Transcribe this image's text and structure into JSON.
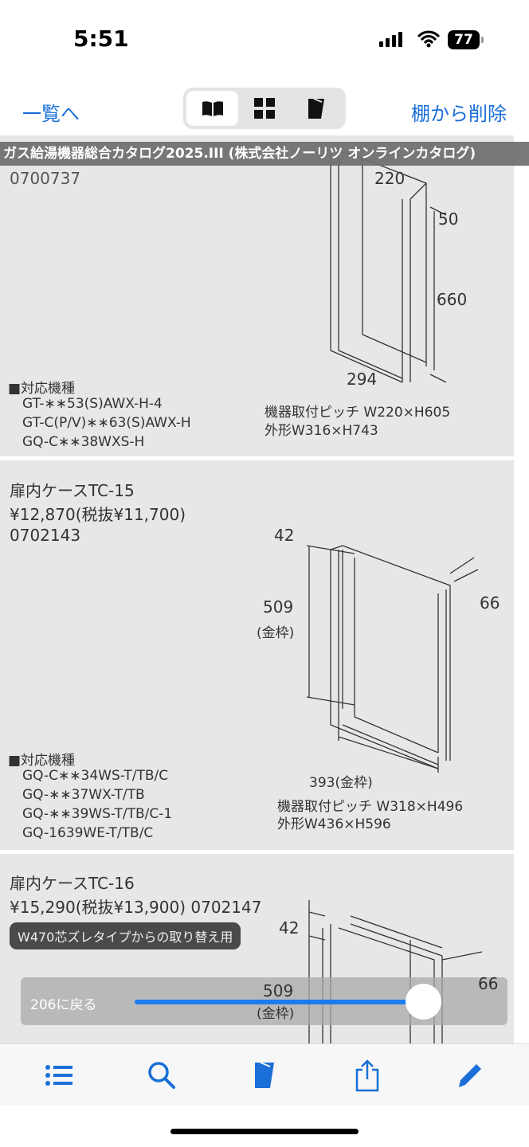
{
  "status": {
    "time": "5:51",
    "battery": "77"
  },
  "nav": {
    "back": "一覧へ",
    "remove": "棚から削除",
    "view_modes": [
      "book-view",
      "grid-view",
      "bookmark-view"
    ]
  },
  "banner": "ガス給湯機器総合カタログ2025.III (株式会社ノーリツ オンラインカタログ)",
  "items": [
    {
      "code_partial": "0700737",
      "dims": [
        "220",
        "50",
        "660",
        "294"
      ],
      "models_title": "■対応機種",
      "models": [
        "GT-∗∗53(S)AWX-H-4",
        "GT-C(P/V)∗∗63(S)AWX-H",
        "GQ-C∗∗38WXS-H"
      ],
      "pitch": "機器取付ピッチ W220×H605",
      "outer": "外形W316×H743"
    },
    {
      "name": "扉内ケースTC-15",
      "price": "¥12,870(税抜¥11,700)",
      "code": "0702143",
      "dims": [
        "42",
        "509",
        "(金枠)",
        "66",
        "393(金枠)"
      ],
      "models_title": "■対応機種",
      "models": [
        "GQ-C∗∗34WS-T/TB/C",
        "GQ-∗∗37WX-T/TB",
        "GQ-∗∗39WS-T/TB/C-1",
        "GQ-1639WE-T/TB/C"
      ],
      "pitch": "機器取付ピッチ W318×H496",
      "outer": "外形W436×H596"
    },
    {
      "name": "扉内ケースTC-16",
      "price": "¥15,290(税抜¥13,900) 0702147",
      "tag": "W470芯ズレタイプからの取り替え用",
      "dims": [
        "42",
        "509",
        "(金枠)",
        "66"
      ]
    }
  ],
  "slider": {
    "label": "206に戻る",
    "value": 0.96
  },
  "toolbar": [
    "list-icon",
    "search-icon",
    "bookmark-icon",
    "share-icon",
    "pencil-icon"
  ]
}
